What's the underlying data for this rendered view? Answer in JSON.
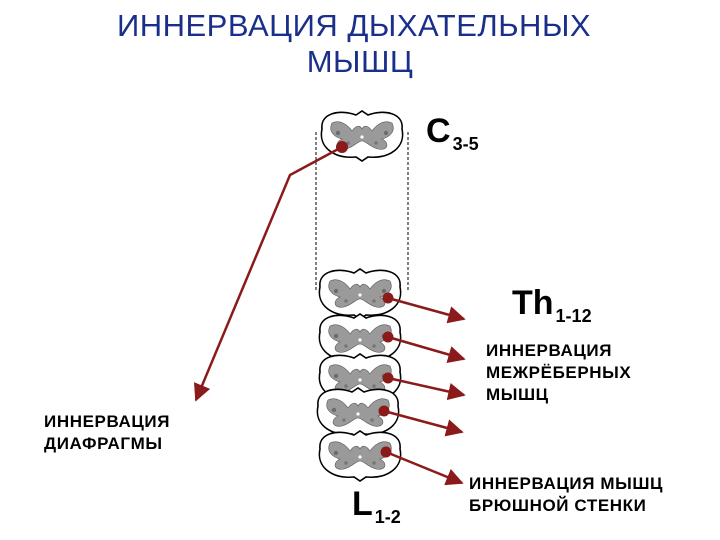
{
  "title": {
    "line1": "ИННЕРВАЦИЯ ДЫХАТЕЛЬНЫХ",
    "line2": "МЫШЦ"
  },
  "segments": {
    "cervical": {
      "letter": "C",
      "range": "3-5"
    },
    "thoracic": {
      "letter": "Th",
      "range": "1-12"
    },
    "lumbar": {
      "letter": "L",
      "range": "1-2"
    }
  },
  "labels": {
    "intercostal": [
      "ИННЕРВАЦИЯ",
      "МЕЖРЁБЕРНЫХ",
      "МЫШЦ"
    ],
    "diaphragm": [
      "ИННЕРВАЦИЯ",
      "ДИАФРАГМЫ"
    ],
    "abdominal": [
      "ИННЕРВАЦИЯ МЫШЦ",
      "БРЮШНОЙ СТЕНКИ"
    ]
  },
  "colors": {
    "title": "#1a2f8a",
    "nerve": "#8b1a1a",
    "gray_matter": "#9a9a9a"
  }
}
